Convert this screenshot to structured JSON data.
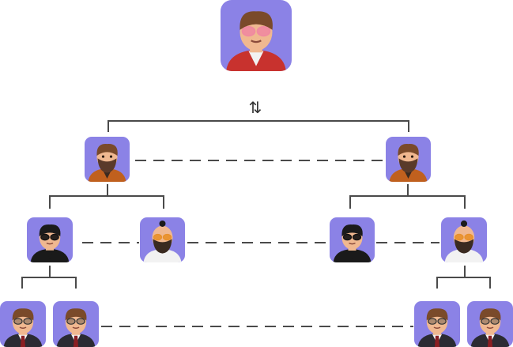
{
  "symbols": {
    "swap": "⇅"
  },
  "colors": {
    "node_bg": "#8b82e6",
    "line": "#4a4a4a",
    "skin": "#f0b890",
    "beard": "#5a3a2a",
    "hair_brown": "#7a4a2a",
    "hair_black": "#1b1b1b",
    "jacket_red": "#c8322e",
    "jacket_orange": "#c0601e",
    "suit_dark": "#2b2b33",
    "shirt_white": "#f2f2f2",
    "shirt_black": "#1a1a1a",
    "glasses_pink": "#f08aa0",
    "glasses_dark": "#333333"
  },
  "nodes": [
    {
      "id": "root",
      "level": 0,
      "avatar": "avatar-red-jacket-pink-glasses"
    },
    {
      "id": "l1-left",
      "level": 1,
      "avatar": "avatar-bearded-orange-jacket"
    },
    {
      "id": "l1-right",
      "level": 1,
      "avatar": "avatar-bearded-orange-jacket"
    },
    {
      "id": "l2-a",
      "level": 2,
      "avatar": "avatar-black-hair-sunglasses"
    },
    {
      "id": "l2-b",
      "level": 2,
      "avatar": "avatar-bald-beard-orange-glasses"
    },
    {
      "id": "l2-c",
      "level": 2,
      "avatar": "avatar-black-hair-sunglasses"
    },
    {
      "id": "l2-d",
      "level": 2,
      "avatar": "avatar-bald-beard-orange-glasses"
    },
    {
      "id": "l3-a",
      "level": 3,
      "avatar": "avatar-suit-glasses"
    },
    {
      "id": "l3-b",
      "level": 3,
      "avatar": "avatar-suit-glasses"
    },
    {
      "id": "l3-c",
      "level": 3,
      "avatar": "avatar-suit-glasses"
    },
    {
      "id": "l3-d",
      "level": 3,
      "avatar": "avatar-suit-glasses"
    }
  ]
}
